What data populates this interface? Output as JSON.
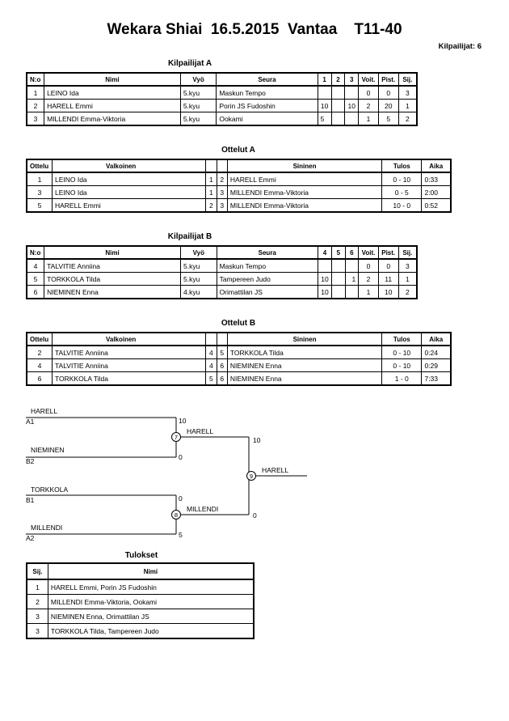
{
  "title": "Wekara Shiai  16.5.2015  Vantaa    T11-40",
  "competitor_count": "Kilpailijat: 6",
  "pool_a": {
    "heading": "Kilpailijat A",
    "headers": [
      "N:o",
      "Nimi",
      "Vyö",
      "Seura",
      "1",
      "2",
      "3",
      "Voit.",
      "Pist.",
      "Sij."
    ],
    "rows": [
      {
        "no": "1",
        "name": "LEINO Ida",
        "belt": "5.kyu",
        "club": "Maskun Tempo",
        "s1": "",
        "s2": "",
        "s3": "",
        "wins": "0",
        "pts": "0",
        "rank": "3"
      },
      {
        "no": "2",
        "name": "HARELL Emmi",
        "belt": "5.kyu",
        "club": "Porin JS Fudoshin",
        "s1": "10",
        "s2": "",
        "s3": "10",
        "wins": "2",
        "pts": "20",
        "rank": "1"
      },
      {
        "no": "3",
        "name": "MILLENDI Emma-Viktoria",
        "belt": "5.kyu",
        "club": "Ookami",
        "s1": "5",
        "s2": "",
        "s3": "",
        "wins": "1",
        "pts": "5",
        "rank": "2"
      }
    ]
  },
  "matches_a": {
    "heading": "Ottelut A",
    "headers": [
      "Ottelu",
      "Valkoinen",
      "",
      "",
      "Sininen",
      "Tulos",
      "Aika"
    ],
    "rows": [
      {
        "match": "1",
        "white": "LEINO Ida",
        "wno": "1",
        "bno": "2",
        "blue": "HARELL Emmi",
        "result": "0 - 10",
        "time": "0:33"
      },
      {
        "match": "3",
        "white": "LEINO Ida",
        "wno": "1",
        "bno": "3",
        "blue": "MILLENDI Emma-Viktoria",
        "result": "0 - 5",
        "time": "2:00"
      },
      {
        "match": "5",
        "white": "HARELL Emmi",
        "wno": "2",
        "bno": "3",
        "blue": "MILLENDI Emma-Viktoria",
        "result": "10 - 0",
        "time": "0:52"
      }
    ]
  },
  "pool_b": {
    "heading": "Kilpailijat B",
    "headers": [
      "N:o",
      "Nimi",
      "Vyö",
      "Seura",
      "4",
      "5",
      "6",
      "Voit.",
      "Pist.",
      "Sij."
    ],
    "rows": [
      {
        "no": "4",
        "name": "TALVITIE Anniina",
        "belt": "5.kyu",
        "club": "Maskun Tempo",
        "s1": "",
        "s2": "",
        "s3": "",
        "wins": "0",
        "pts": "0",
        "rank": "3"
      },
      {
        "no": "5",
        "name": "TORKKOLA Tilda",
        "belt": "5.kyu",
        "club": "Tampereen Judo",
        "s1": "10",
        "s2": "",
        "s3": "1",
        "wins": "2",
        "pts": "11",
        "rank": "1"
      },
      {
        "no": "6",
        "name": "NIEMINEN Enna",
        "belt": "4.kyu",
        "club": "Orimattilan JS",
        "s1": "10",
        "s2": "",
        "s3": "",
        "wins": "1",
        "pts": "10",
        "rank": "2"
      }
    ]
  },
  "matches_b": {
    "heading": "Ottelut B",
    "headers": [
      "Ottelu",
      "Valkoinen",
      "",
      "",
      "Sininen",
      "Tulos",
      "Aika"
    ],
    "rows": [
      {
        "match": "2",
        "white": "TALVITIE Anniina",
        "wno": "4",
        "bno": "5",
        "blue": "TORKKOLA Tilda",
        "result": "0 - 10",
        "time": "0:24"
      },
      {
        "match": "4",
        "white": "TALVITIE Anniina",
        "wno": "4",
        "bno": "6",
        "blue": "NIEMINEN Enna",
        "result": "0 - 10",
        "time": "0:29"
      },
      {
        "match": "6",
        "white": "TORKKOLA Tilda",
        "wno": "5",
        "bno": "6",
        "blue": "NIEMINEN Enna",
        "result": "1 - 0",
        "time": "7:33"
      }
    ]
  },
  "bracket": {
    "semi1": {
      "top_name": "HARELL",
      "top_seed": "A1",
      "top_score": "10",
      "bottom_name": "NIEMINEN",
      "bottom_seed": "B2",
      "bottom_score": "0",
      "match_no": "7",
      "winner": "HARELL"
    },
    "semi2": {
      "top_name": "TORKKOLA",
      "top_seed": "B1",
      "top_score": "0",
      "bottom_name": "MILLENDI",
      "bottom_seed": "A2",
      "bottom_score": "5",
      "match_no": "8",
      "winner": "MILLENDI"
    },
    "final": {
      "top_score": "10",
      "bottom_score": "0",
      "match_no": "9",
      "winner": "HARELL"
    }
  },
  "results": {
    "heading": "Tulokset",
    "headers": [
      "Sij.",
      "Nimi"
    ],
    "rows": [
      {
        "rank": "1",
        "name": "HARELL Emmi, Porin JS Fudoshin"
      },
      {
        "rank": "2",
        "name": "MILLENDI Emma-Viktoria, Ookami"
      },
      {
        "rank": "3",
        "name": "NIEMINEN Enna, Orimattilan JS"
      },
      {
        "rank": "3",
        "name": "TORKKOLA Tilda, Tampereen Judo"
      }
    ]
  }
}
